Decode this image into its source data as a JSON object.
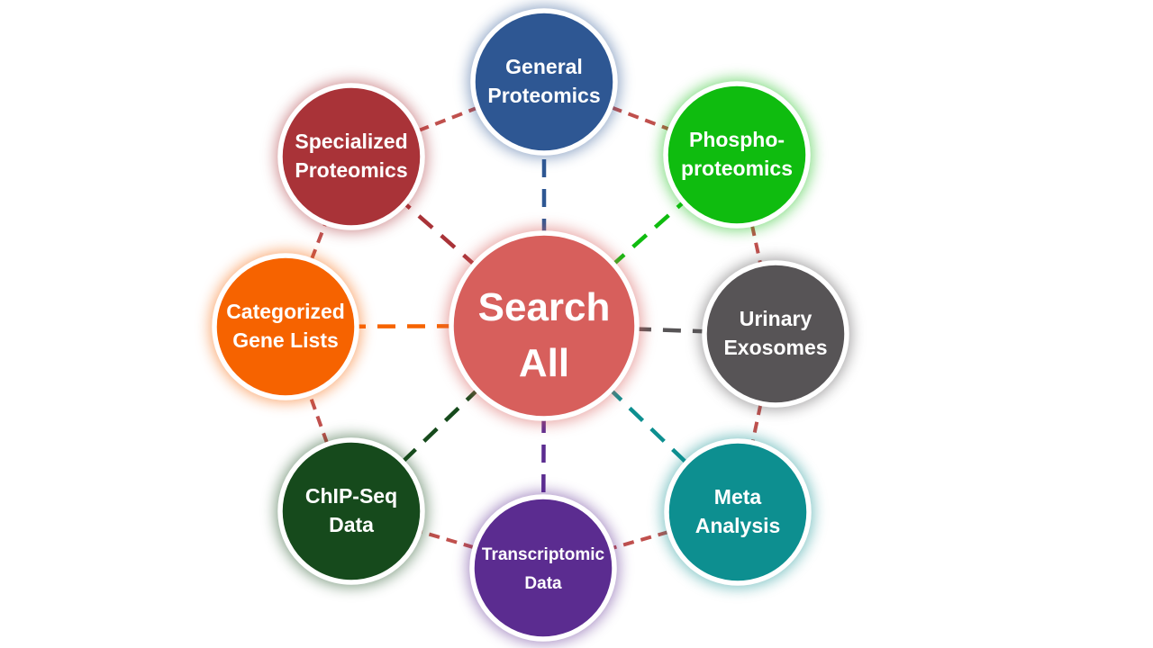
{
  "center": {
    "line1": "Search",
    "line2": "All",
    "color": "#D75F5C"
  },
  "ring": {
    "color": "#C0504D"
  },
  "nodes": [
    {
      "id": "general-proteomics",
      "line1": "General",
      "line2": "Proteomics",
      "color": "#2E5793"
    },
    {
      "id": "phospho-proteomics",
      "line1": "Phospho-",
      "line2": "proteomics",
      "color": "#0FBC0F"
    },
    {
      "id": "urinary-exosomes",
      "line1": "Urinary",
      "line2": "Exosomes",
      "color": "#575456"
    },
    {
      "id": "meta-analysis",
      "line1": "Meta",
      "line2": "Analysis",
      "color": "#0D8F90"
    },
    {
      "id": "transcriptomic-data",
      "line1": "Transcriptomic",
      "line2": "Data",
      "color": "#5B2C90"
    },
    {
      "id": "chip-seq-data",
      "line1": "ChIP-Seq",
      "line2": "Data",
      "color": "#164A1C"
    },
    {
      "id": "categorized-gene-lists",
      "line1": "Categorized",
      "line2": "Gene Lists",
      "color": "#F66300"
    },
    {
      "id": "specialized-proteomics",
      "line1": "Specialized",
      "line2": "Proteomics",
      "color": "#A93338"
    }
  ]
}
